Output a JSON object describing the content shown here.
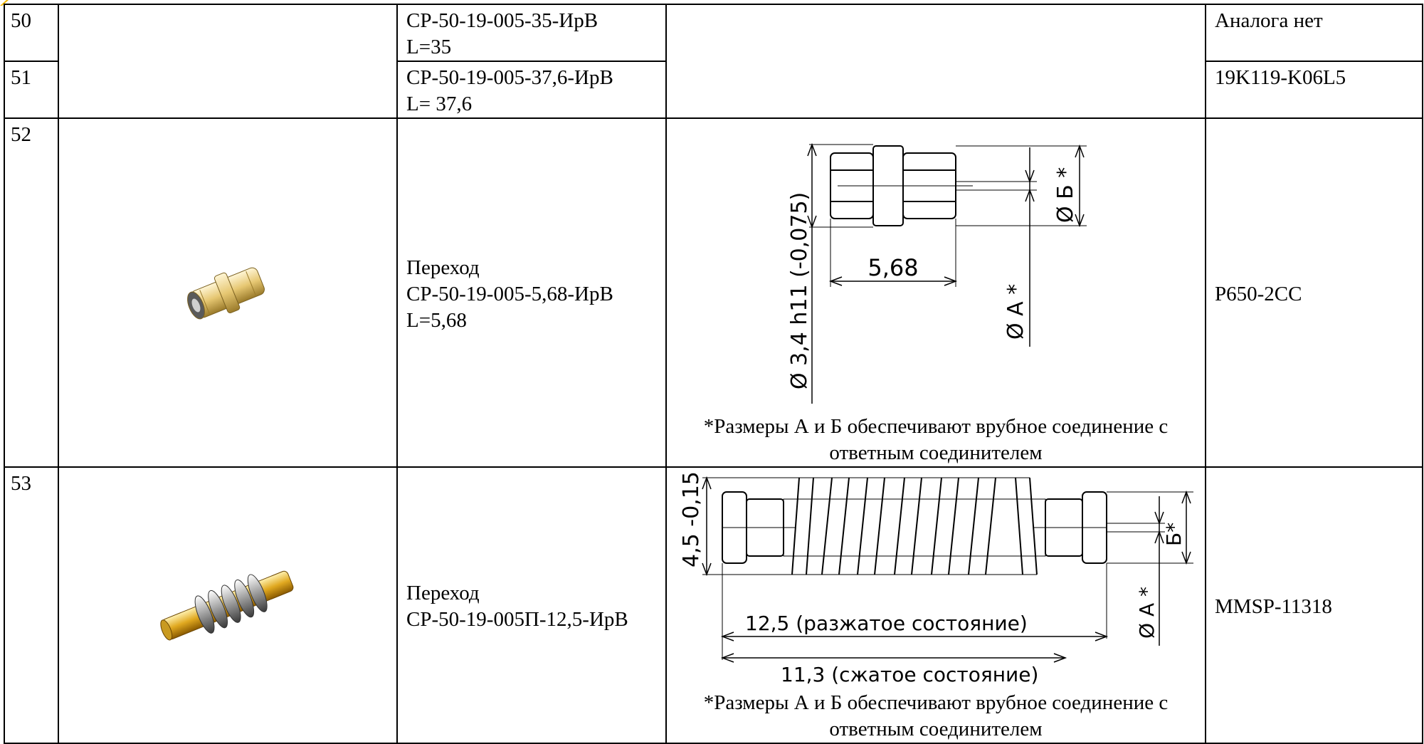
{
  "rows": [
    {
      "num": "50",
      "name": "СР-50-19-005-35-ИрВ\nL=35",
      "analog": "Аналога нет"
    },
    {
      "num": "51",
      "name": "СР-50-19-005-37,6-ИрВ\nL= 37,6",
      "analog": "19K119-K06L5"
    },
    {
      "num": "52",
      "name": "Переход\nСР-50-19-005-5,68-ИрВ\nL=5,68",
      "analog": "P650-2CC",
      "drawing": {
        "length_label": "5,68",
        "diam_label": "Ø 3,4 h11 (-0,075)",
        "a_label": "Ø A *",
        "b_label": "Ø Б *",
        "note": "*Размеры А и Б обеспечивают врубное соединение с ответным соединителем"
      }
    },
    {
      "num": "53",
      "name": "Переход\nСР-50-19-005П-12,5-ИрВ",
      "analog": "MMSP-11318",
      "drawing": {
        "height_label": "4,5 -0,15",
        "len1_label": "12,5  (разжатое состояние)",
        "len2_label": "11,3 (сжатое состояние)",
        "a_label": "Ø A *",
        "b_label": "Б*",
        "note": "*Размеры А и Б обеспечивают врубное соединение с ответным соединителем"
      }
    }
  ],
  "colors": {
    "gold": "#d9b24a",
    "silver": "#b9b9b9",
    "corner": "#f2b600"
  }
}
